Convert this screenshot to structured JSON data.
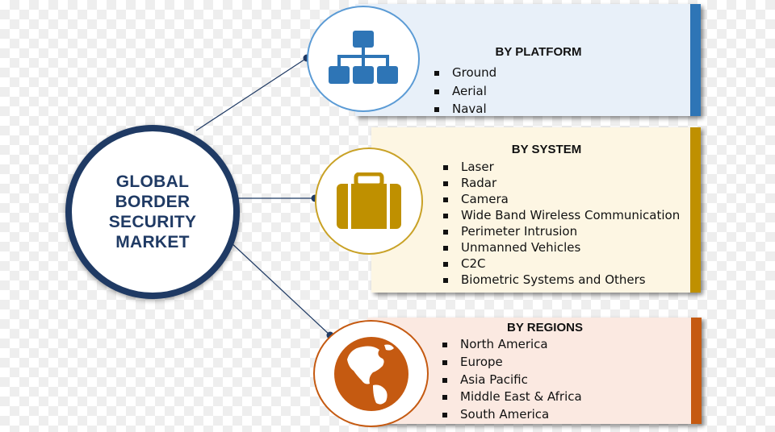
{
  "center": {
    "title": "GLOBAL BORDER SECURITY MARKET"
  },
  "segments": [
    {
      "heading": "BY PLATFORM",
      "icon": "hierarchy-icon",
      "items": [
        "Ground",
        "Aerial",
        "Naval"
      ],
      "colors": {
        "accent": "#2e75b6",
        "fill": "#e8f0f9",
        "ring": "#5b9bd5"
      }
    },
    {
      "heading": "BY SYSTEM",
      "icon": "briefcase-icon",
      "items": [
        "Laser",
        "Radar",
        "Camera",
        "Wide Band Wireless Communication",
        "Perimeter Intrusion",
        "Unmanned Vehicles",
        "C2C",
        "Biometric Systems and Others"
      ],
      "colors": {
        "accent": "#bf9000",
        "fill": "#fdf6e3",
        "ring": "#c9a227"
      }
    },
    {
      "heading": "BY REGIONS",
      "icon": "globe-icon",
      "items": [
        "North America",
        "Europe",
        "Asia Pacific",
        "Middle East & Africa",
        "South America"
      ],
      "colors": {
        "accent": "#c55a11",
        "fill": "#fbe9e1",
        "ring": "#c55a11"
      }
    }
  ]
}
